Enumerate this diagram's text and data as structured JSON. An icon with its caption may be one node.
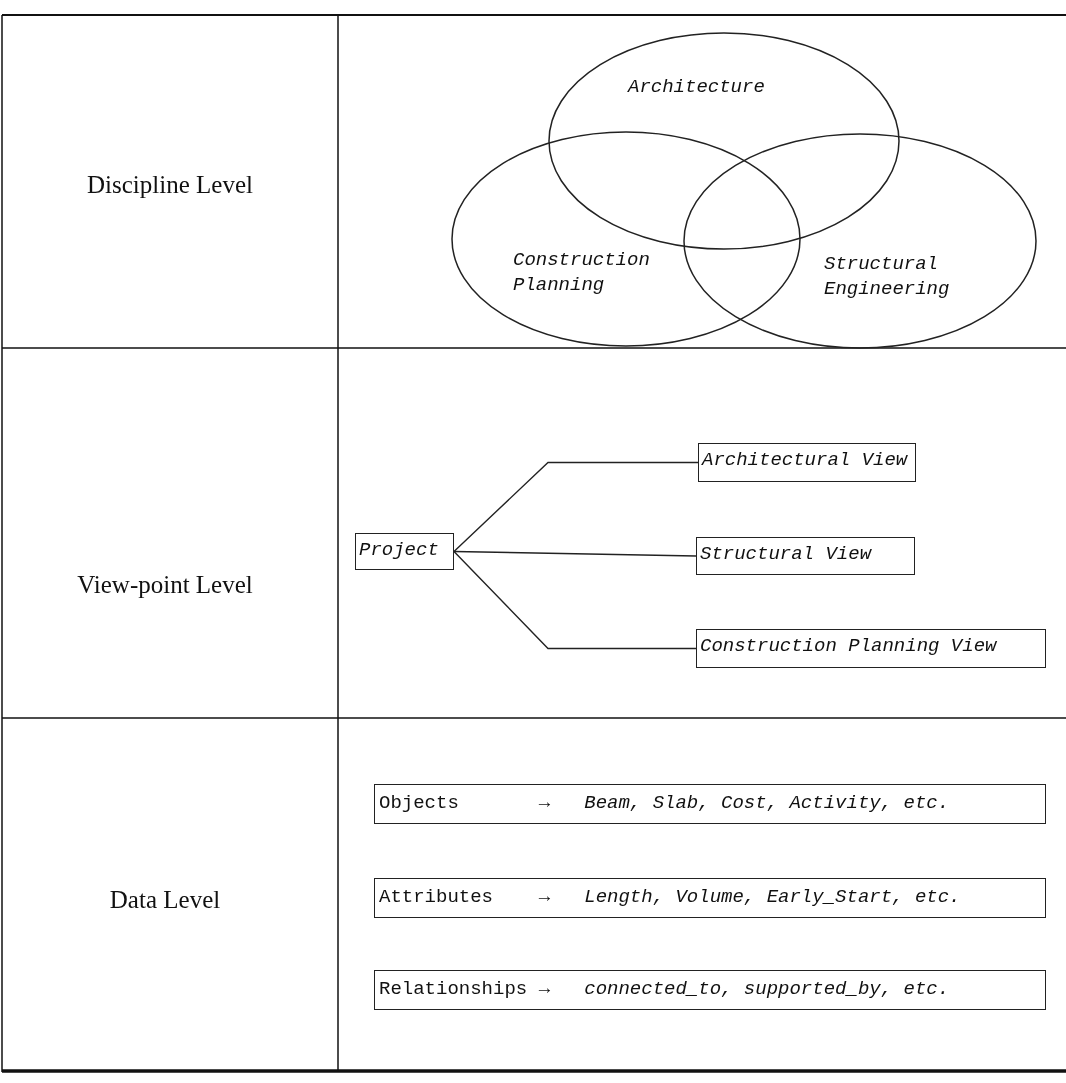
{
  "diagram": {
    "nodes": [
      {
        "text": [
          "Architecture"
        ]
      },
      {
        "text": [
          "Construction Planning"
        ]
      },
      {
        "text": [
          "Structural Engineering"
        ]
      },
      {
        "text": [
          "Project"
        ]
      },
      {
        "text": [
          "Architectural View"
        ]
      },
      {
        "text": [
          "Structural View"
        ]
      },
      {
        "text": [
          "Construction Planning View"
        ]
      },
      {
        "text": [
          "Objects       →   *Beam, Slab, Cost, Activity, etc.*"
        ]
      },
      {
        "text": [
          "Attributes    →   *Length, Volume, Early_Start, etc.*"
        ]
      },
      {
        "text": [
          "Relationships →   *connected_to, supported_by, etc.*"
        ]
      }
    ],
    "edges": [
      {
        "from": 3,
        "to": 4,
        "arrow": "none"
      },
      {
        "from": 3,
        "to": 5,
        "arrow": "none"
      },
      {
        "from": 3,
        "to": 6,
        "arrow": "none"
      }
    ],
    "labels": [
      "Discipline Level",
      "View-point Level",
      "Data Level"
    ]
  }
}
